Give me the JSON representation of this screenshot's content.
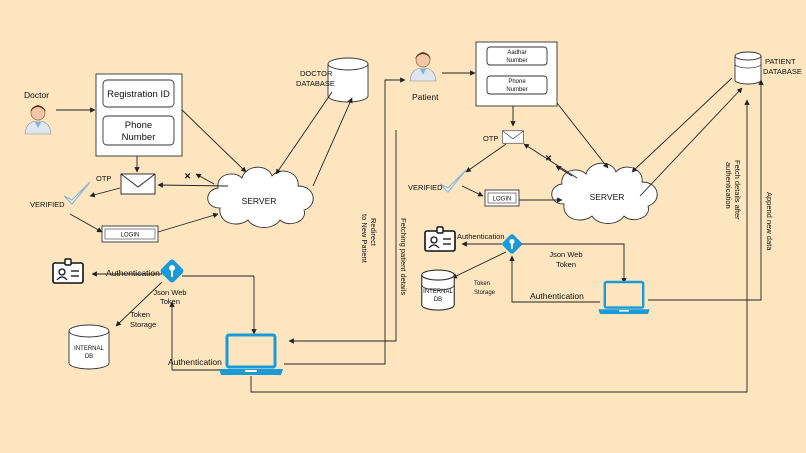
{
  "left": {
    "doctor_label": "Doctor",
    "registration_id": "Registration ID",
    "phone_number": [
      "Phone",
      "Number"
    ],
    "doctor_database": [
      "DOCTOR",
      "DATABASE"
    ],
    "otp": "OTP",
    "verified": "VERIFIED",
    "login": "LOGIN",
    "server": "SERVER",
    "auth_top": "Authentication",
    "json_web_token": [
      "Json Web",
      "Token"
    ],
    "token_storage": [
      "Token",
      "Storage"
    ],
    "internal_db": [
      "INTERNAL",
      "DB"
    ],
    "auth_bottom": "Authentication"
  },
  "middle": {
    "redirect": [
      "Redirect",
      "to New Patient"
    ],
    "fetching": "Fetching patient details"
  },
  "right": {
    "patient_label": "Patient",
    "aadhar_number": [
      "Aadhar",
      "Number"
    ],
    "phone_number": [
      "Phone",
      "Number"
    ],
    "patient_database": [
      "PATIENT",
      "DATABASE"
    ],
    "otp": "OTP",
    "verified": "VERIFIED",
    "login": "LOGIN",
    "server": "SERVER",
    "auth_top": "Authentication",
    "json_web_token": [
      "Json Web",
      "Token"
    ],
    "internal_db": [
      "INTERNAL",
      "DB"
    ],
    "token_storage": [
      "Token",
      "Storage"
    ],
    "auth_bottom": "Authentication",
    "fetch_details": [
      "Fetch details after",
      "authentication"
    ],
    "append_data": "Append new data"
  },
  "colors": {
    "background": "#fde6bf",
    "laptop": "#1a9ad6",
    "key": "#1a9ad6",
    "line": "#222222"
  }
}
